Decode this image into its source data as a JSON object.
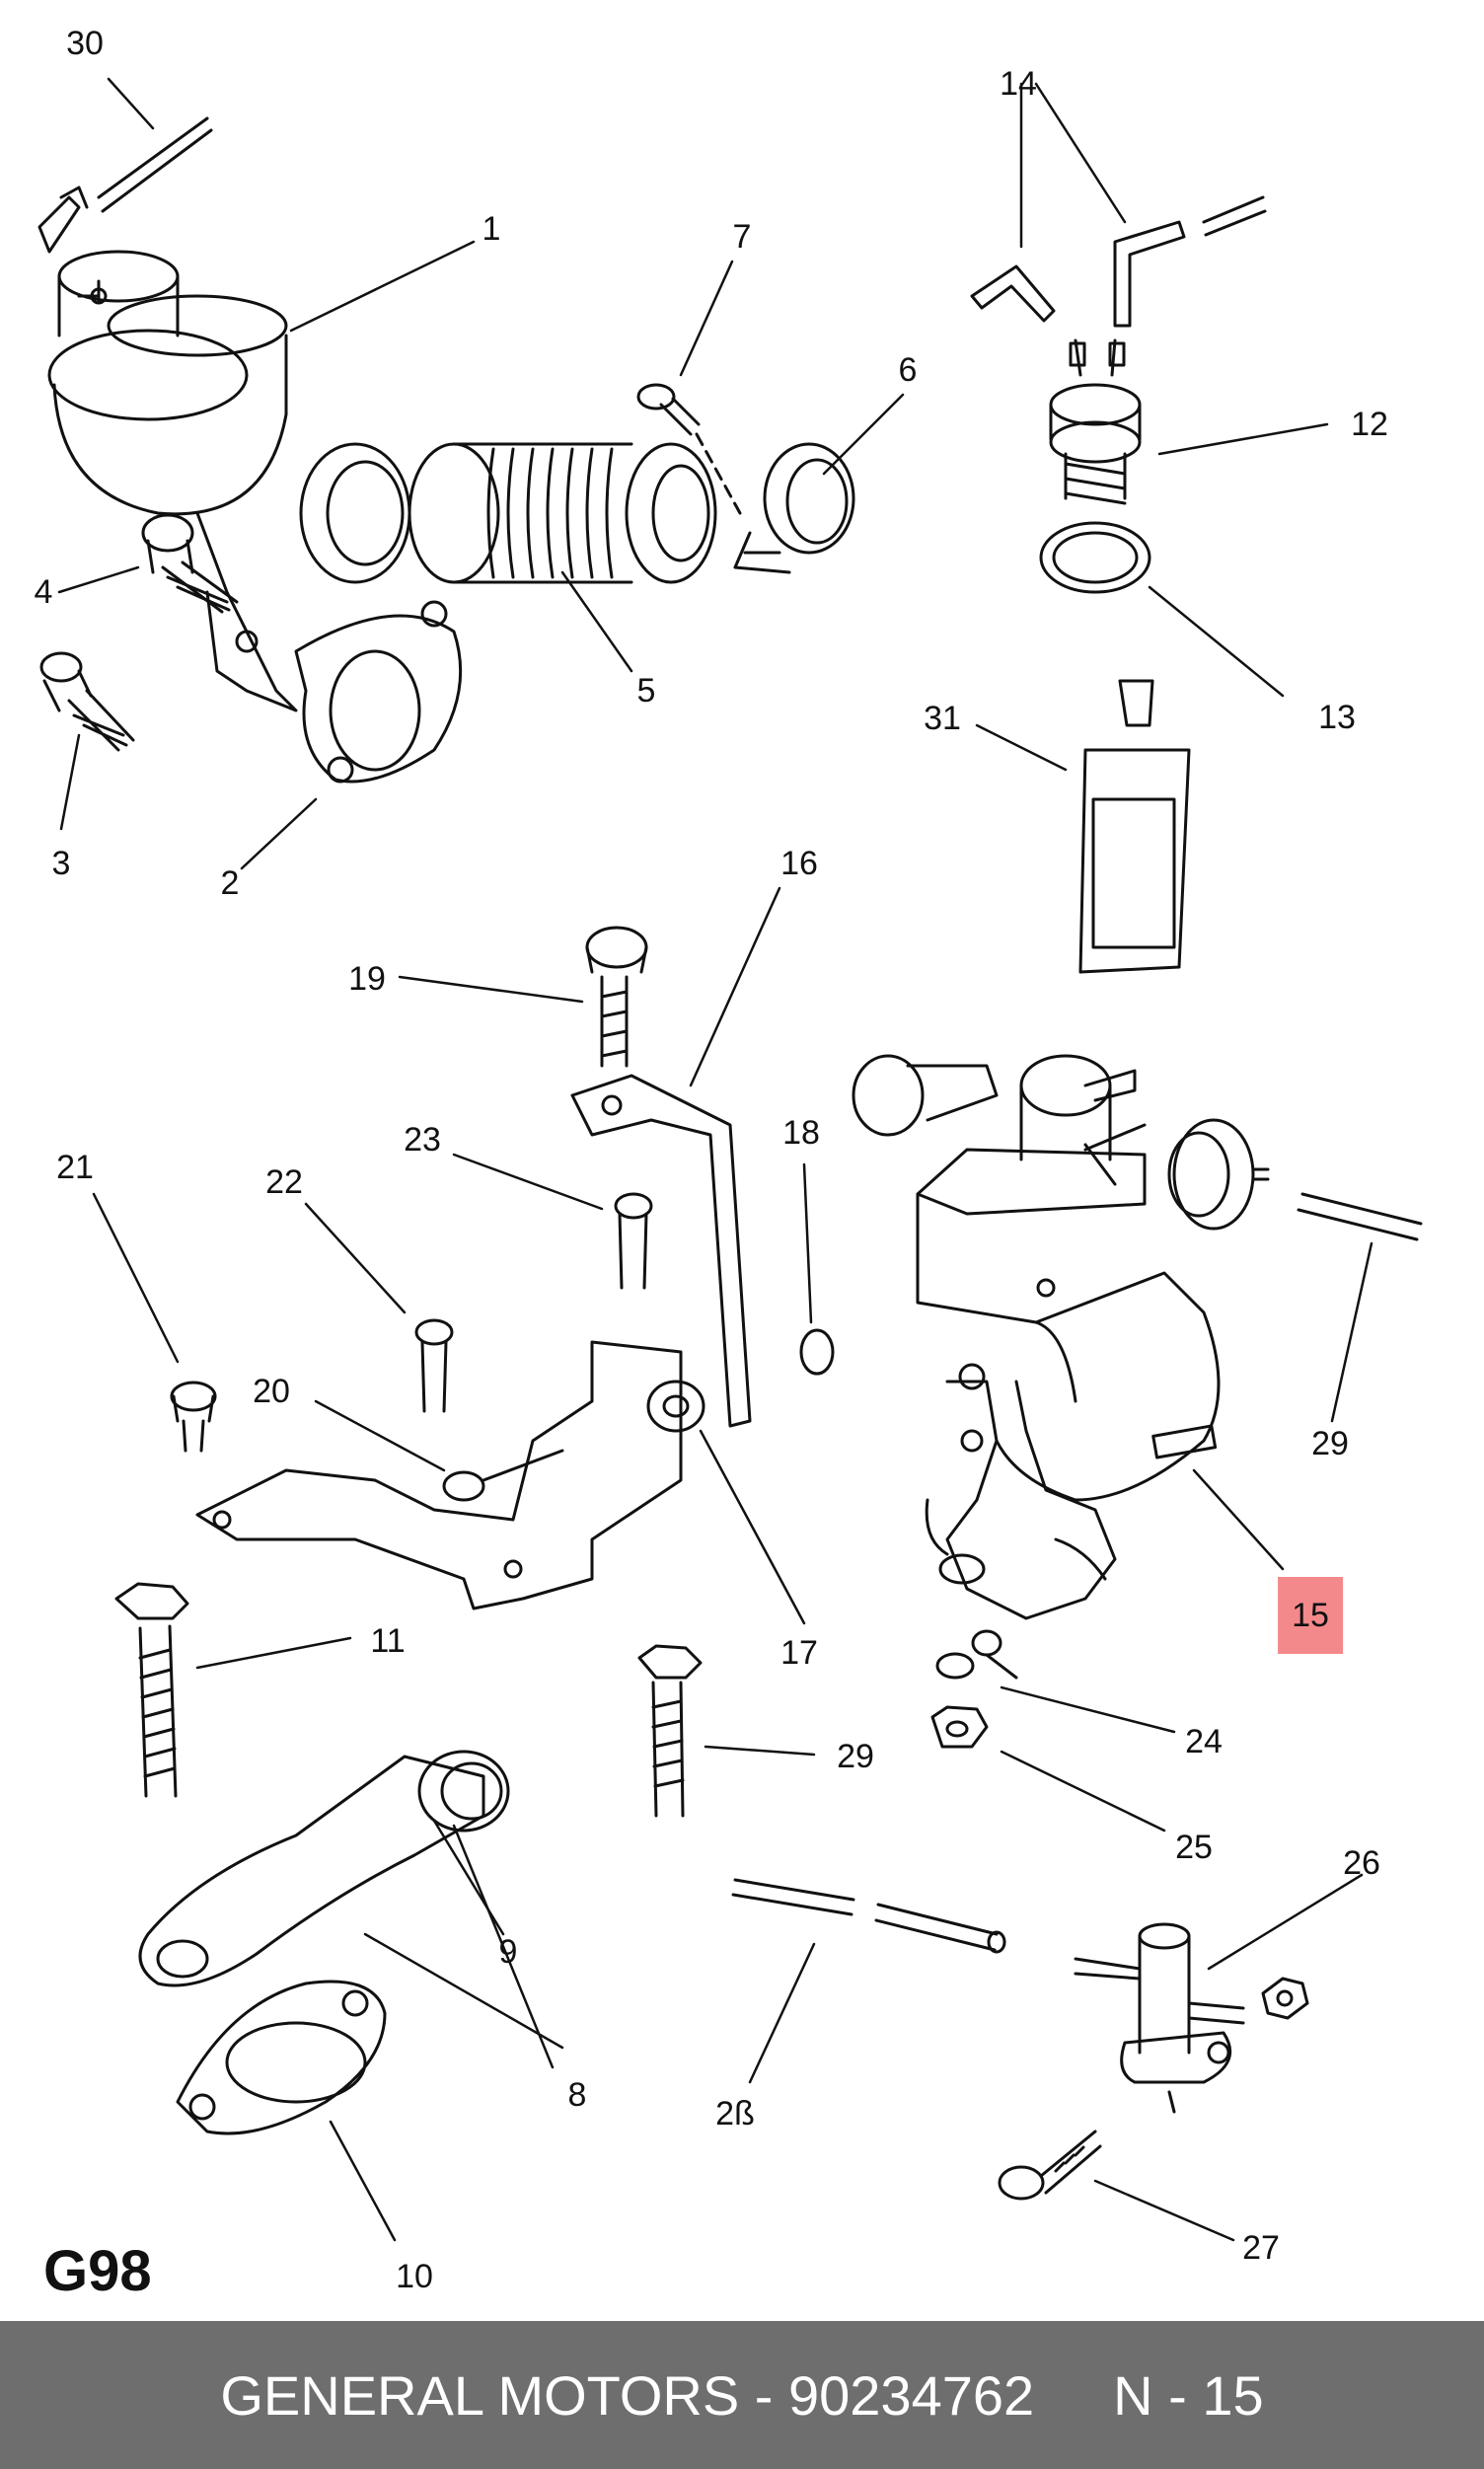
{
  "sheet_code": "G98",
  "footer": {
    "part_text": "GENERAL MOTORS - 90234762",
    "ref_text": "N - 15"
  },
  "highlight_color": "#f4898c",
  "footer_color": "#6e6e6e",
  "callouts": [
    {
      "id": "30",
      "label": "30"
    },
    {
      "id": "1",
      "label": "1"
    },
    {
      "id": "7",
      "label": "7"
    },
    {
      "id": "6",
      "label": "6"
    },
    {
      "id": "14",
      "label": "14"
    },
    {
      "id": "12",
      "label": "12"
    },
    {
      "id": "13",
      "label": "13"
    },
    {
      "id": "4",
      "label": "4"
    },
    {
      "id": "5",
      "label": "5"
    },
    {
      "id": "3",
      "label": "3"
    },
    {
      "id": "2",
      "label": "2"
    },
    {
      "id": "31",
      "label": "31"
    },
    {
      "id": "16",
      "label": "16"
    },
    {
      "id": "19",
      "label": "19"
    },
    {
      "id": "23",
      "label": "23"
    },
    {
      "id": "18",
      "label": "18"
    },
    {
      "id": "21",
      "label": "21"
    },
    {
      "id": "22",
      "label": "22"
    },
    {
      "id": "20",
      "label": "20"
    },
    {
      "id": "29a",
      "label": "29"
    },
    {
      "id": "15",
      "label": "15",
      "highlighted": true
    },
    {
      "id": "17",
      "label": "17"
    },
    {
      "id": "11",
      "label": "11"
    },
    {
      "id": "24",
      "label": "24"
    },
    {
      "id": "29b",
      "label": "29"
    },
    {
      "id": "25",
      "label": "25"
    },
    {
      "id": "9",
      "label": "9"
    },
    {
      "id": "26",
      "label": "26"
    },
    {
      "id": "8",
      "label": "8"
    },
    {
      "id": "28",
      "label": "2ß"
    },
    {
      "id": "27",
      "label": "27"
    },
    {
      "id": "10",
      "label": "10"
    }
  ]
}
